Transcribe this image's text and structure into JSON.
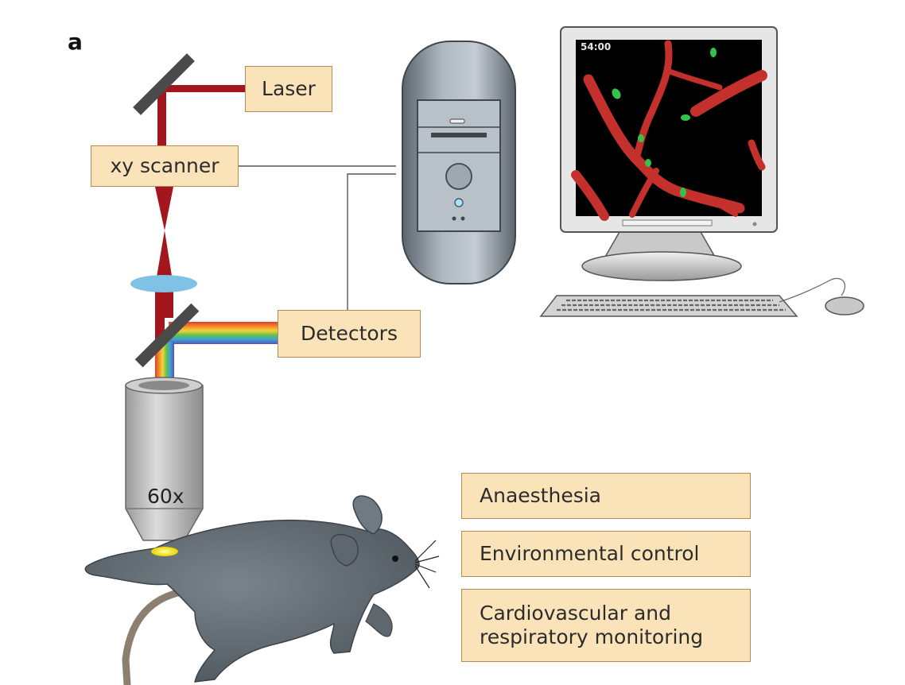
{
  "panel_letter": "a",
  "labels": {
    "laser": "Laser",
    "xy_scanner": "xy scanner",
    "detectors": "Detectors",
    "anaesthesia": "Anaesthesia",
    "environmental_control": "Environmental control",
    "cardio_line1": "Cardiovascular and",
    "cardio_line2": "respiratory monitoring"
  },
  "objective_magnification": "60x",
  "monitor_timer": "54:00",
  "colors": {
    "laser_beam": "#a3161e",
    "label_fill": "#fae3b8",
    "label_border": "#b58b55",
    "vessels": "#c4302b",
    "cells": "#35c24a",
    "mouse_body": "#626b72",
    "lens": "#7fc2e6"
  },
  "icons": [
    "mirror-icon",
    "lens-icon",
    "objective-icon",
    "computer-tower-icon",
    "monitor-icon",
    "keyboard-icon",
    "mouse-device-icon",
    "mouse-animal-icon"
  ]
}
